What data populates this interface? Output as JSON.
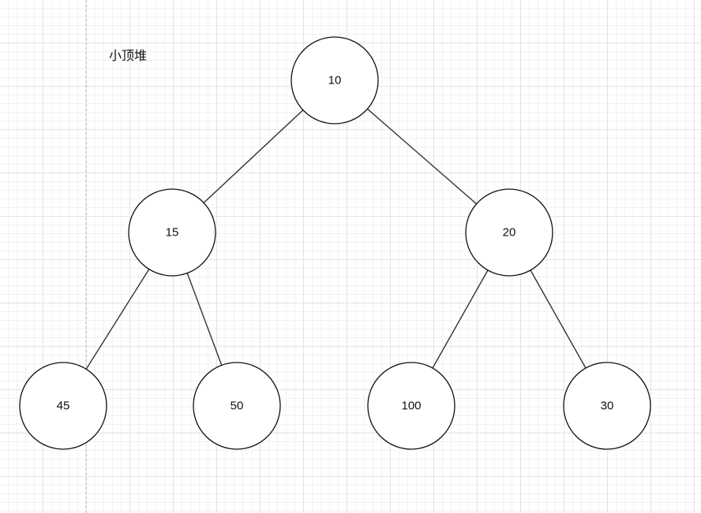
{
  "diagram": {
    "label": "小顶堆",
    "colors": {
      "stroke": "#111111",
      "edge": "#333333",
      "node_fill": "#ffffff",
      "guide": "#b9b9b9"
    },
    "nodes": [
      {
        "id": "n10",
        "label": "10"
      },
      {
        "id": "n15",
        "label": "15"
      },
      {
        "id": "n20",
        "label": "20"
      },
      {
        "id": "n45",
        "label": "45"
      },
      {
        "id": "n50",
        "label": "50"
      },
      {
        "id": "n100",
        "label": "100"
      },
      {
        "id": "n30",
        "label": "30"
      }
    ],
    "edges": [
      {
        "from": "n10",
        "to": "n15"
      },
      {
        "from": "n10",
        "to": "n20"
      },
      {
        "from": "n15",
        "to": "n45"
      },
      {
        "from": "n15",
        "to": "n50"
      },
      {
        "from": "n20",
        "to": "n100"
      },
      {
        "from": "n20",
        "to": "n30"
      }
    ]
  }
}
